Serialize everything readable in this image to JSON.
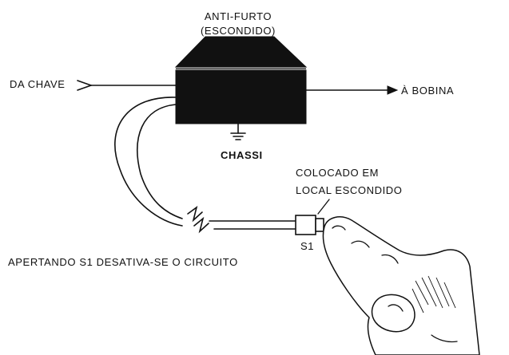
{
  "device": {
    "title_line1": "ANTI-FURTO",
    "title_line2": "(ESCONDIDO)"
  },
  "labels": {
    "input": "DA CHAVE",
    "output": "À BOBINA",
    "ground": "CHASSI",
    "switch_note_line1": "COLOCADO EM",
    "switch_note_line2": "LOCAL ESCONDIDO",
    "switch_name": "S1",
    "caption": "APERTANDO S1 DESATIVA-SE O CIRCUITO"
  },
  "icons": {
    "device": "antitheft-box-icon",
    "ground": "ground-symbol-icon",
    "switch": "pushbutton-switch-icon",
    "hand": "finger-pressing-icon"
  },
  "colors": {
    "ink": "#111111",
    "paper": "#ffffff"
  }
}
